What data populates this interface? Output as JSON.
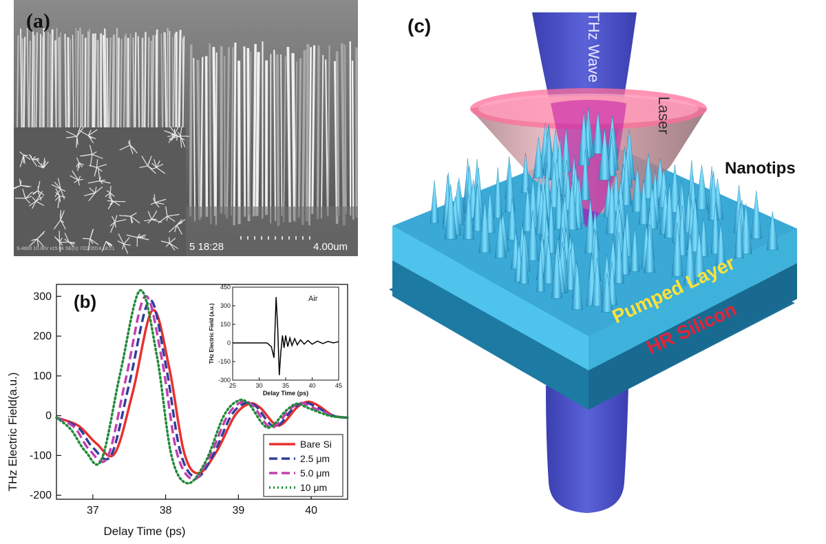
{
  "panel_a": {
    "label": "(a)",
    "sem_time": "5 18:28",
    "scale_label": "4.00um",
    "footer_text": "S-4800 10.0kV x15.0k SE(U) 7/22/2014 18:21"
  },
  "panel_b": {
    "label": "(b)"
  },
  "panel_c": {
    "label": "(c)",
    "beam_label": "THz Wave",
    "laser_label": "Laser",
    "nanotips_label": "Nanotips",
    "pumped_label": "Pumped Layer",
    "silicon_label": "HR Silicon"
  },
  "chart_data": [
    {
      "type": "line",
      "xlabel": "Delay Time (ps)",
      "ylabel": "THz Electric Field(a.u.)",
      "xlim": [
        36.5,
        40.5
      ],
      "ylim": [
        -210,
        330
      ],
      "xticks": [
        37,
        38,
        39,
        40
      ],
      "yticks": [
        -200,
        -100,
        0,
        100,
        200,
        300
      ],
      "legend_position": "bottom-right",
      "grid": false,
      "series": [
        {
          "name": "Bare Si",
          "color": "#e8302e",
          "style": "solid",
          "x": [
            36.5,
            36.8,
            37.05,
            37.3,
            37.55,
            37.82,
            38.05,
            38.25,
            38.45,
            38.7,
            38.95,
            39.15,
            39.3,
            39.55,
            39.8,
            39.95,
            40.1,
            40.3,
            40.5
          ],
          "y": [
            -5,
            -25,
            -70,
            -95,
            60,
            265,
            120,
            -90,
            -145,
            -90,
            0,
            30,
            20,
            -25,
            20,
            35,
            25,
            0,
            -5
          ]
        },
        {
          "name": "2.5 μm",
          "color": "#2f3f9a",
          "style": "dash",
          "x": [
            36.5,
            36.8,
            37.0,
            37.25,
            37.5,
            37.78,
            38.0,
            38.2,
            38.42,
            38.65,
            38.9,
            39.1,
            39.25,
            39.5,
            39.75,
            39.9,
            40.05,
            40.3,
            40.5
          ],
          "y": [
            -5,
            -30,
            -80,
            -100,
            80,
            290,
            130,
            -90,
            -155,
            -100,
            0,
            32,
            22,
            -28,
            18,
            33,
            24,
            0,
            -5
          ]
        },
        {
          "name": "5.0 μm",
          "color": "#c040b0",
          "style": "dash",
          "x": [
            36.5,
            36.75,
            36.95,
            37.2,
            37.45,
            37.72,
            37.95,
            38.15,
            38.38,
            38.6,
            38.85,
            39.05,
            39.2,
            39.45,
            39.7,
            39.85,
            40.0,
            40.3,
            40.5
          ],
          "y": [
            -5,
            -30,
            -85,
            -105,
            90,
            300,
            140,
            -90,
            -160,
            -105,
            0,
            35,
            25,
            -30,
            15,
            32,
            22,
            0,
            -5
          ]
        },
        {
          "name": "10 μm",
          "color": "#1f8a3a",
          "style": "dot",
          "x": [
            36.5,
            36.7,
            36.9,
            37.12,
            37.38,
            37.65,
            37.88,
            38.08,
            38.3,
            38.55,
            38.8,
            39.0,
            39.15,
            39.4,
            39.65,
            39.8,
            39.95,
            40.25,
            40.5
          ],
          "y": [
            -5,
            -35,
            -90,
            -110,
            110,
            315,
            150,
            -100,
            -170,
            -115,
            0,
            38,
            28,
            -30,
            12,
            30,
            20,
            0,
            -5
          ]
        }
      ]
    },
    {
      "type": "line",
      "title": "Air",
      "xlabel": "Delay Time (ps)",
      "ylabel": "THz Electric Field (a.u.)",
      "xlim": [
        25,
        45
      ],
      "ylim": [
        -300,
        450
      ],
      "xticks": [
        25,
        30,
        35,
        40,
        45
      ],
      "yticks": [
        -300,
        -150,
        0,
        150,
        300,
        450
      ],
      "series": [
        {
          "name": "Air",
          "color": "#000000",
          "style": "solid",
          "x": [
            25,
            30,
            31.5,
            32.3,
            32.8,
            33.2,
            33.5,
            33.8,
            34.1,
            34.4,
            34.7,
            35.0,
            35.4,
            35.8,
            36.2,
            36.7,
            37.2,
            37.8,
            38.5,
            39.2,
            40,
            41,
            42,
            43,
            44,
            45
          ],
          "y": [
            0,
            0,
            0,
            -30,
            -120,
            370,
            120,
            -260,
            -70,
            60,
            -40,
            60,
            -30,
            40,
            -20,
            35,
            -15,
            25,
            -10,
            20,
            -10,
            15,
            -5,
            12,
            0,
            10
          ]
        }
      ]
    }
  ]
}
